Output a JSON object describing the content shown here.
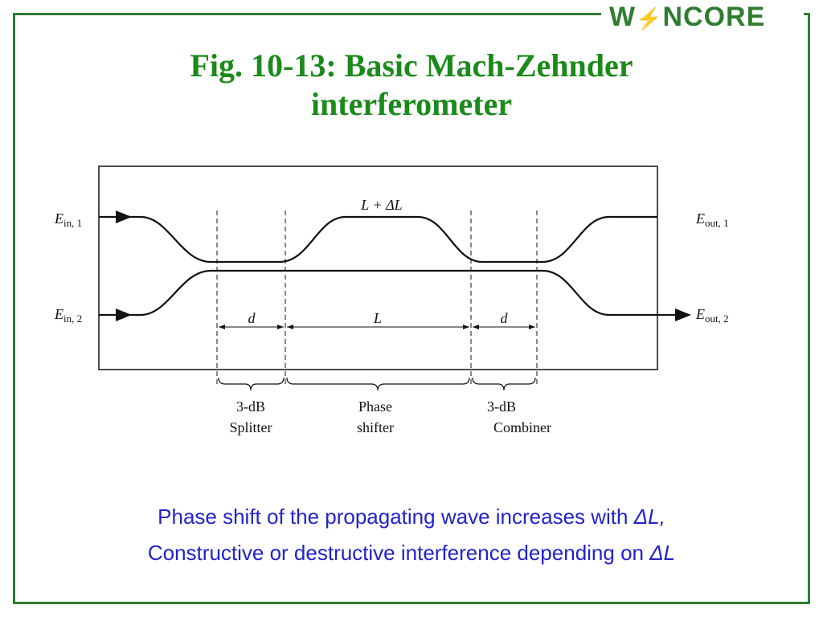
{
  "logo": {
    "text_prefix": "W",
    "text_suffix": "NCORE",
    "bolt": "⚡",
    "brand_color": "#2e7d32",
    "bolt_color": "#e53935"
  },
  "title": {
    "line1": "Fig. 10-13: Basic Mach-Zehnder",
    "line2": "interferometer",
    "color": "#1b8a1b"
  },
  "diagram": {
    "inputs": {
      "in1_main": "E",
      "in1_sub": "in, 1",
      "in2_main": "E",
      "in2_sub": "in, 2"
    },
    "outputs": {
      "out1_main": "E",
      "out1_sub": "out, 1",
      "out2_main": "E",
      "out2_sub": "out, 2"
    },
    "path_label": "L + ΔL",
    "dims": {
      "d1": "d",
      "L": "L",
      "d2": "d"
    },
    "sections": {
      "splitter_l1": "3-dB",
      "splitter_l2": "Splitter",
      "shifter_l1": "Phase",
      "shifter_l2": "shifter",
      "combiner_l1": "3-dB",
      "combiner_l2": "Combiner"
    }
  },
  "caption": {
    "line1_text": "Phase shift of the propagating wave increases with ",
    "line1_sym": "ΔL,",
    "line2_text": "Constructive or destructive interference depending on ",
    "line2_sym": "ΔL",
    "color": "#2222cc"
  }
}
